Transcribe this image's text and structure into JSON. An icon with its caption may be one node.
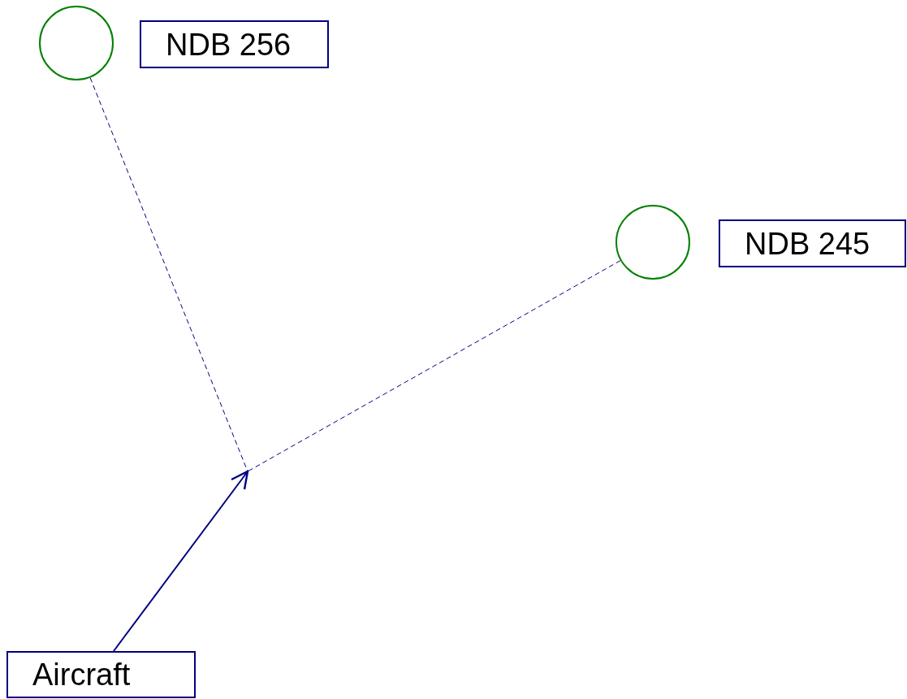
{
  "diagram": {
    "nodes": [
      {
        "text": [],
        "shape": "circle"
      },
      {
        "text": [
          "NDB 256"
        ]
      },
      {
        "text": [],
        "shape": "circle"
      },
      {
        "text": [
          "NDB 245"
        ]
      },
      {
        "text": [
          "Aircraft"
        ]
      }
    ],
    "edges": [
      {
        "from": 0,
        "to": null,
        "arrow": "none",
        "style": "dashed"
      },
      {
        "from": 2,
        "to": null,
        "arrow": "none",
        "style": "dashed"
      },
      {
        "from": 4,
        "to": null,
        "arrow": "to"
      }
    ]
  }
}
